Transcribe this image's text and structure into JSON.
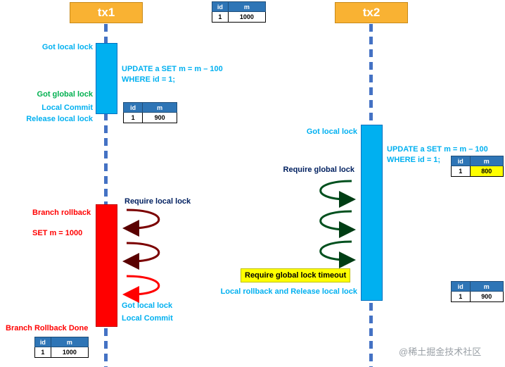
{
  "headers": {
    "tx1": "tx1",
    "tx2": "tx2"
  },
  "tables": {
    "top": {
      "cols": [
        "id",
        "m"
      ],
      "row": [
        "1",
        "1000"
      ]
    },
    "tx1": {
      "cols": [
        "id",
        "m"
      ],
      "row": [
        "1",
        "900"
      ]
    },
    "tx2": {
      "cols": [
        "id",
        "m"
      ],
      "row": [
        "1",
        "800"
      ]
    },
    "right": {
      "cols": [
        "id",
        "m"
      ],
      "row": [
        "1",
        "900"
      ]
    },
    "bottom": {
      "cols": [
        "id",
        "m"
      ],
      "row": [
        "1",
        "1000"
      ]
    }
  },
  "tx1_labels": {
    "got_local_lock": "Got local lock",
    "update_line1": "UPDATE a SET m = m – 100",
    "update_line2": "WHERE id = 1;",
    "got_global_lock": "Got global lock",
    "local_commit": "Local Commit",
    "release_local_lock": "Release local lock",
    "branch_rollback": "Branch rollback",
    "set_m": "SET m = 1000",
    "require_local_lock": "Require local lock",
    "got_local_lock_2": "Got local lock",
    "local_commit_2": "Local Commit",
    "branch_rollback_done": "Branch Rollback Done"
  },
  "tx2_labels": {
    "got_local_lock": "Got local lock",
    "update_line1": "UPDATE a SET m = m – 100",
    "update_line2": "WHERE id = 1;",
    "require_global_lock": "Require global lock",
    "timeout": "Require global lock timeout",
    "local_rollback": "Local rollback and Release local lock"
  },
  "watermark": "@稀土掘金技术社区",
  "colors": {
    "header": "#f9b233",
    "lifeline": "#4472c4",
    "blue_bar": "#00b0f0",
    "red_bar": "#ff0000",
    "table_header": "#2e75b6",
    "highlight": "#ffff00",
    "dark_red_arrow": "#7b0000",
    "dark_green_arrow": "#00501e"
  }
}
